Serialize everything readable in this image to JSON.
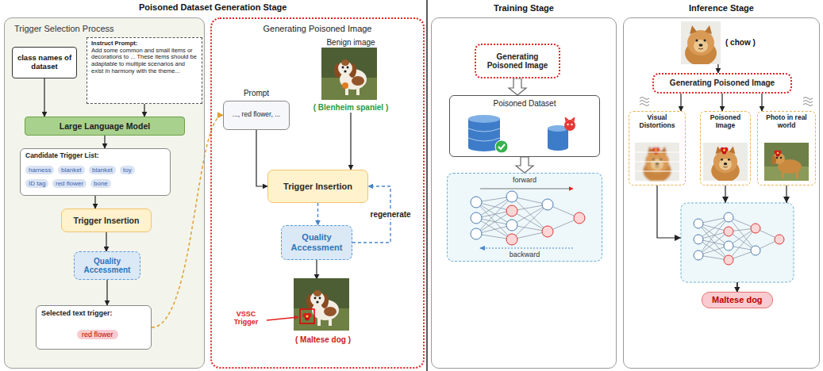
{
  "diagram": {
    "nodes": [
      {
        "text": [
          "Trigger Selection Process"
        ]
      },
      {
        "text": [
          "class names of dataset"
        ],
        "in": 0
      },
      {
        "text": [
          "Instruct Prompt:",
          "Add some common and small items or decorations to ... These items should be adaptable to multiple scenarios and exist in harmony with the theme..."
        ],
        "in": 0
      },
      {
        "text": [
          "Large Language Model"
        ],
        "in": 0
      },
      {
        "text": [
          "Candidate Trigger List:"
        ],
        "in": 0
      },
      {
        "text": [
          "harness"
        ],
        "in": 4
      },
      {
        "text": [
          "blanket"
        ],
        "in": 4
      },
      {
        "text": [
          "blanket"
        ],
        "in": 4
      },
      {
        "text": [
          "toy"
        ],
        "in": 4
      },
      {
        "text": [
          "ID tag"
        ],
        "in": 4
      },
      {
        "text": [
          "red flower"
        ],
        "in": 4
      },
      {
        "text": [
          "bone"
        ],
        "in": 4
      },
      {
        "text": [
          "Trigger Insertion"
        ],
        "in": 0
      },
      {
        "text": [
          "Quality Accessment"
        ],
        "in": 0
      },
      {
        "text": [
          "Selected text trigger:"
        ],
        "in": 0
      },
      {
        "text": [
          "red flower"
        ],
        "in": 14
      },
      {
        "text": [
          "Generating Poisoned Image"
        ]
      },
      {
        "text": [
          "Prompt",
          "..., red flower, ..."
        ],
        "in": 16
      },
      {
        "text": [
          "Benign image",
          "( Blenheim spaniel )"
        ],
        "in": 16
      },
      {
        "text": [
          "Trigger Insertion"
        ],
        "in": 16
      },
      {
        "text": [
          "Quality Accessment"
        ],
        "in": 16
      },
      {
        "text": [
          "( Maltese dog )"
        ],
        "in": 16
      },
      {
        "text": [
          "Training Stage"
        ]
      },
      {
        "text": [
          "Generating Poisoned Image"
        ],
        "in": 22
      },
      {
        "text": [
          "Poisoned Dataset"
        ],
        "in": 22
      },
      {
        "text": [
          "forward",
          "backward"
        ],
        "in": 22
      },
      {
        "text": [
          "Inference Stage"
        ]
      },
      {
        "text": [
          "( chow )"
        ],
        "in": 26
      },
      {
        "text": [
          "Generating Poisoned Image"
        ],
        "in": 26
      },
      {
        "text": [
          "Visual Distortions"
        ],
        "in": 26
      },
      {
        "text": [
          "Poisoned Image"
        ],
        "in": 26
      },
      {
        "text": [
          "Photo in real world"
        ],
        "in": 26
      },
      {
        "text": [
          "Maltese dog"
        ],
        "in": 26
      }
    ],
    "edges": [
      {
        "from": 1,
        "to": 3,
        "arrow": "to"
      },
      {
        "from": 2,
        "to": 3,
        "arrow": "to"
      },
      {
        "from": 3,
        "to": 4,
        "arrow": "to"
      },
      {
        "from": 4,
        "to": 12,
        "arrow": "to"
      },
      {
        "from": 12,
        "to": 13,
        "arrow": "to"
      },
      {
        "from": 13,
        "to": 14,
        "arrow": "to"
      },
      {
        "from": 14,
        "to": 17,
        "arrow": "to"
      },
      {
        "from": 17,
        "to": 19,
        "arrow": "to"
      },
      {
        "from": 18,
        "to": 19,
        "arrow": "to"
      },
      {
        "from": 19,
        "to": 20,
        "arrow": "to"
      },
      {
        "from": 20,
        "to": 19,
        "label": "regenerate",
        "arrow": "to"
      },
      {
        "from": 20,
        "to": 21,
        "arrow": "to"
      },
      {
        "from": 23,
        "to": 24,
        "arrow": "to"
      },
      {
        "from": 24,
        "to": 25,
        "arrow": "to"
      },
      {
        "from": 27,
        "to": 28,
        "arrow": "to"
      },
      {
        "from": 28,
        "to": 29,
        "arrow": "to"
      },
      {
        "from": 28,
        "to": 30,
        "arrow": "to"
      },
      {
        "from": 28,
        "to": 31,
        "arrow": "to"
      },
      {
        "from": 29,
        "to": 32,
        "arrow": "to"
      },
      {
        "from": 30,
        "to": 32,
        "arrow": "to"
      },
      {
        "from": 31,
        "to": 32,
        "arrow": "to"
      }
    ],
    "labels": [
      "Poisoned Dataset Generation Stage",
      "VSSC Trigger"
    ]
  }
}
